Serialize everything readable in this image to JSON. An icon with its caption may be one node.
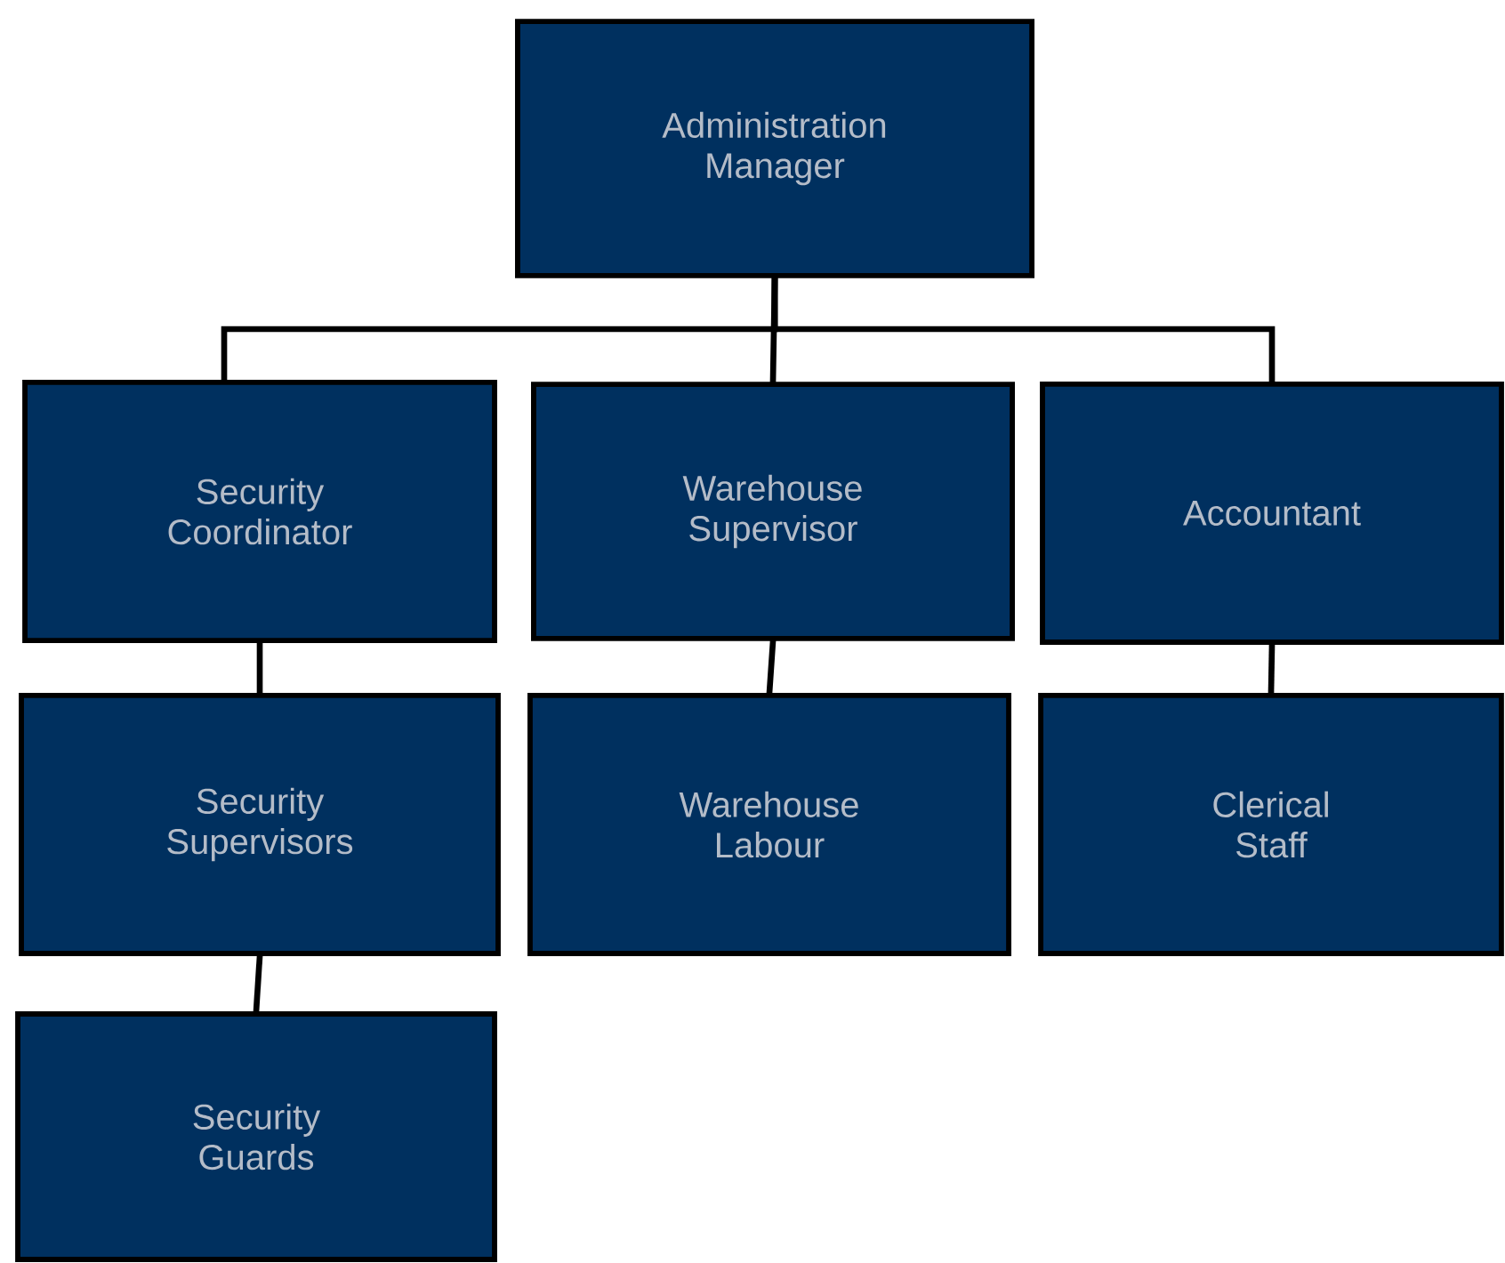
{
  "diagram": {
    "nodes": [
      {
        "text": [
          "Administration Manager"
        ]
      },
      {
        "text": [
          "Security Coordinator"
        ]
      },
      {
        "text": [
          "Warehouse Supervisor"
        ]
      },
      {
        "text": [
          "Accountant"
        ]
      },
      {
        "text": [
          "Security Supervisors"
        ]
      },
      {
        "text": [
          "Warehouse Labour"
        ]
      },
      {
        "text": [
          "Clerical Staff"
        ]
      },
      {
        "text": [
          "Security Guards"
        ]
      }
    ],
    "edges": [
      {
        "from": 0,
        "to": 1,
        "arrow": "none"
      },
      {
        "from": 0,
        "to": 2,
        "arrow": "none"
      },
      {
        "from": 0,
        "to": 3,
        "arrow": "none"
      },
      {
        "from": 1,
        "to": 4,
        "arrow": "none"
      },
      {
        "from": 2,
        "to": 5,
        "arrow": "none"
      },
      {
        "from": 3,
        "to": 6,
        "arrow": "none"
      },
      {
        "from": 4,
        "to": 7,
        "arrow": "none"
      }
    ]
  }
}
